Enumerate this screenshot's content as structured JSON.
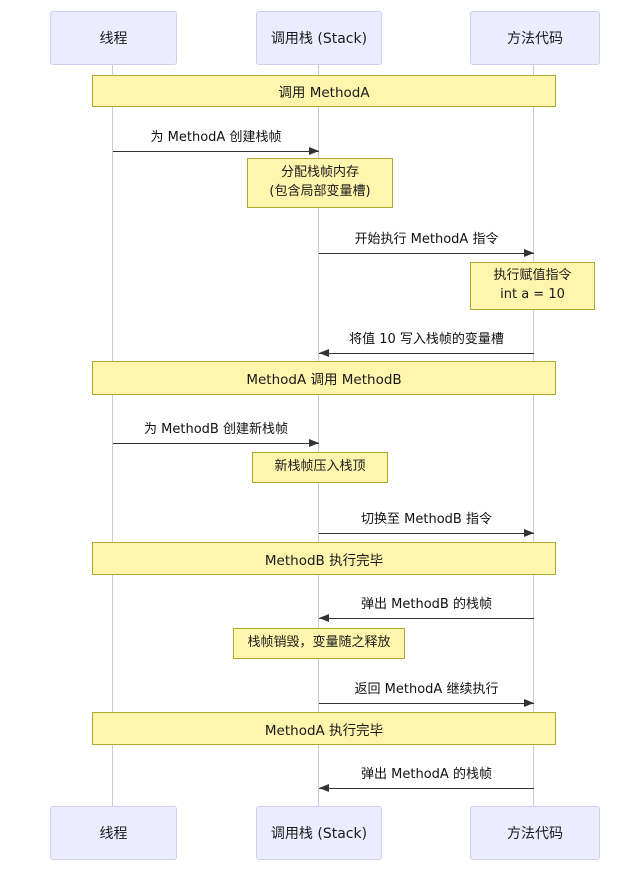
{
  "diagram": {
    "type": "sequence-diagram",
    "colors": {
      "background": "#ffffff",
      "actor_fill": "#ececff",
      "actor_border": "#cfcff0",
      "note_fill": "#fff5ad",
      "note_border": "#aaaa33",
      "lifeline": "#c9c9e6",
      "arrow": "#333333"
    },
    "participants": [
      {
        "label": "线程"
      },
      {
        "label": "调用栈 (Stack)"
      },
      {
        "label": "方法代码"
      }
    ],
    "banners": [
      {
        "label": "调用 MethodA",
        "over": "线程, 调用栈 (Stack), 方法代码"
      },
      {
        "label": "MethodA 调用 MethodB",
        "over": "线程, 调用栈 (Stack), 方法代码"
      },
      {
        "label": "MethodB 执行完毕",
        "over": "线程, 调用栈 (Stack), 方法代码"
      },
      {
        "label": "MethodA 执行完毕",
        "over": "线程, 调用栈 (Stack), 方法代码"
      }
    ],
    "notes": [
      {
        "over": "调用栈 (Stack)",
        "lines": [
          "分配栈帧内存",
          "(包含局部变量槽)"
        ]
      },
      {
        "over": "方法代码",
        "lines": [
          "执行赋值指令",
          "int a = 10"
        ]
      },
      {
        "over": "调用栈 (Stack)",
        "lines": [
          "新栈帧压入栈顶"
        ]
      },
      {
        "over": "调用栈 (Stack)",
        "lines": [
          "栈帧销毁，变量随之释放"
        ]
      }
    ],
    "messages": [
      {
        "from": "线程",
        "to": "调用栈 (Stack)",
        "label": "为 MethodA 创建栈帧"
      },
      {
        "from": "调用栈 (Stack)",
        "to": "方法代码",
        "label": "开始执行 MethodA 指令"
      },
      {
        "from": "方法代码",
        "to": "调用栈 (Stack)",
        "label": "将值 10 写入栈帧的变量槽"
      },
      {
        "from": "线程",
        "to": "调用栈 (Stack)",
        "label": "为 MethodB 创建新栈帧"
      },
      {
        "from": "调用栈 (Stack)",
        "to": "方法代码",
        "label": "切换至 MethodB 指令"
      },
      {
        "from": "方法代码",
        "to": "调用栈 (Stack)",
        "label": "弹出 MethodB 的栈帧"
      },
      {
        "from": "调用栈 (Stack)",
        "to": "方法代码",
        "label": "返回 MethodA 继续执行"
      },
      {
        "from": "方法代码",
        "to": "调用栈 (Stack)",
        "label": "弹出 MethodA 的栈帧"
      }
    ]
  }
}
